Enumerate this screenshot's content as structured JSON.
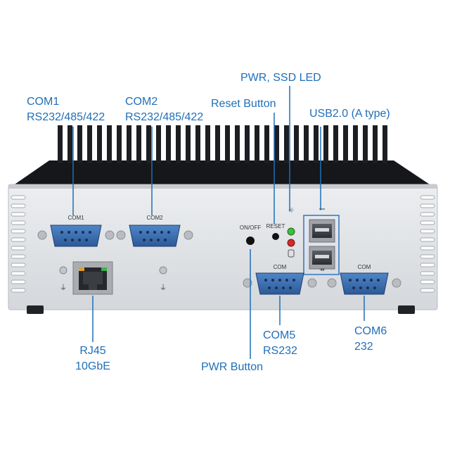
{
  "labels": {
    "com1": {
      "line1": "COM1",
      "line2": "RS232/485/422"
    },
    "com2": {
      "line1": "COM2",
      "line2": "RS232/485/422"
    },
    "pwr_led": "PWR, SSD LED",
    "reset": "Reset Button",
    "usb": "USB2.0 (A type)",
    "rj45": {
      "line1": "RJ45",
      "line2": "10GbE"
    },
    "com5": {
      "line1": "COM5",
      "line2": "RS232"
    },
    "com6": {
      "line1": "COM6",
      "line2": "232"
    },
    "pwr_button": "PWR Button"
  },
  "panel": {
    "com1_silk": "COM1",
    "com2_silk": "COM2",
    "com5_silk": "COM",
    "com6_silk": "COM",
    "onoff_silk": "ON/OFF",
    "reset_silk": "RESET"
  },
  "colors": {
    "callout": "#1f6fb8",
    "chassis": "#dfe1e4",
    "heatsink": "#1a1c20",
    "connector_blue": "#3767a8",
    "led_green": "#3cbf3c",
    "led_red": "#d42a2a"
  }
}
